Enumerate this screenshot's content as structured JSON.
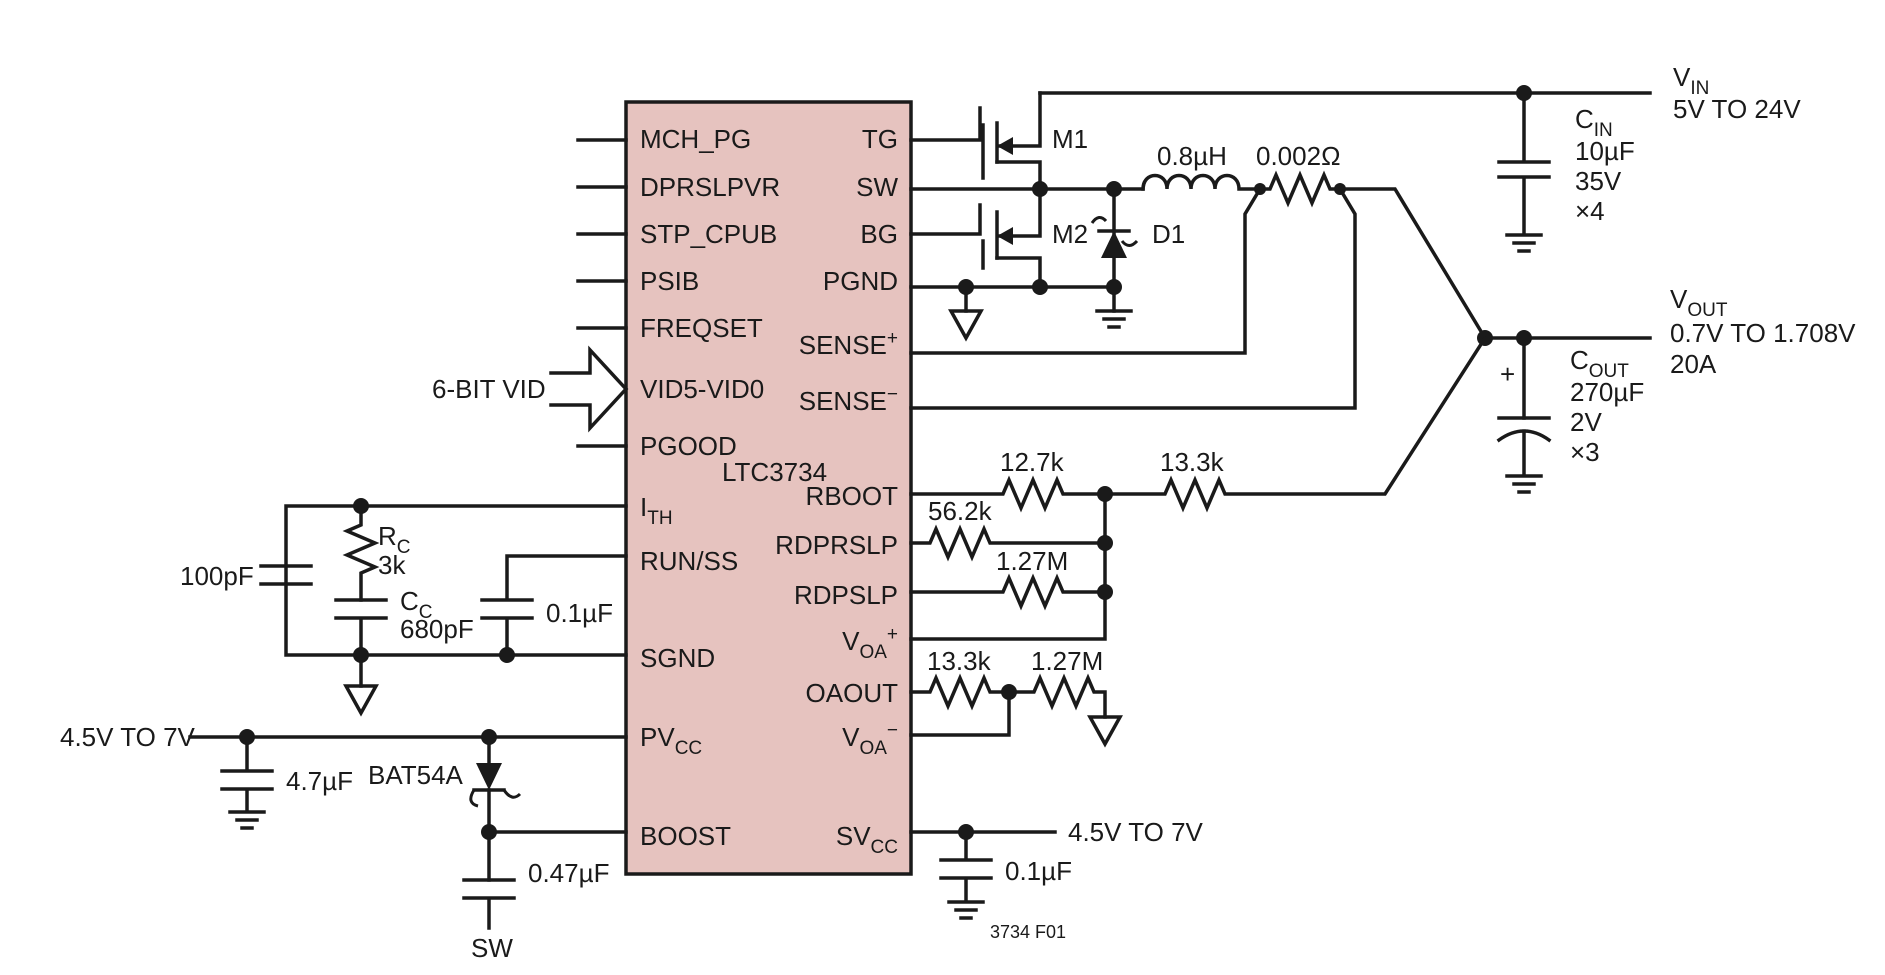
{
  "chip": {
    "name": "LTC3734",
    "fill": "#e6c3bf",
    "left_pins": [
      "MCH_PG",
      "DPRSLPVR",
      "STP_CPUB",
      "PSIB",
      "FREQSET",
      "VID5-VID0",
      "PGOOD",
      "I",
      "RUN/SS",
      "SGND",
      "PV",
      "BOOST"
    ],
    "ith_sub": "TH",
    "pvcc_sub": "CC",
    "right_pins": [
      "TG",
      "SW",
      "BG",
      "PGND",
      "SENSE",
      "SENSE",
      "RBOOT",
      "RDPRSLP",
      "RDPSLP",
      "V",
      "OAOUT",
      "V",
      "SV"
    ],
    "sense_plus": "+",
    "sense_minus": "−",
    "voa_sub": "OA",
    "voa_plus": "+",
    "voa_minus": "−",
    "svcc_sub": "CC"
  },
  "labels": {
    "vin_main": "V",
    "vin_sub": "IN",
    "vin_range": "5V TO 24V",
    "cin_main": "C",
    "cin_sub": "IN",
    "cin_value": "10µF",
    "cin_voltage": "35V",
    "cin_count": "×4",
    "vout_main": "V",
    "vout_sub": "OUT",
    "vout_range": "0.7V TO 1.708V",
    "vout_current": "20A",
    "cout_main": "C",
    "cout_sub": "OUT",
    "cout_value": "270µF",
    "cout_voltage": "2V",
    "cout_count": "×3",
    "cout_polarity": "+",
    "m1": "M1",
    "m2": "M2",
    "d1": "D1",
    "inductor": "0.8µH",
    "rsense": "0.002Ω",
    "r_rboot": "12.7k",
    "r_rboot2": "13.3k",
    "r_rdprslp": "56.2k",
    "r_rdpslp": "1.27M",
    "r_oaout": "13.3k",
    "r_oaout2": "1.27M",
    "rc_main": "R",
    "rc_sub": "C",
    "rc_value": "3k",
    "cc_main": "C",
    "cc_sub": "C",
    "cc_value": "680pF",
    "c_100p": "100pF",
    "c_runss": "0.1µF",
    "vid_input": "6-BIT VID",
    "pvcc_supply": "4.5V TO 7V",
    "c_pvcc": "4.7µF",
    "bat54a": "BAT54A",
    "c_boost": "0.47µF",
    "sw_label": "SW",
    "svcc_supply": "4.5V TO 7V",
    "c_svcc": "0.1µF",
    "figure_code": "3734 F01"
  }
}
